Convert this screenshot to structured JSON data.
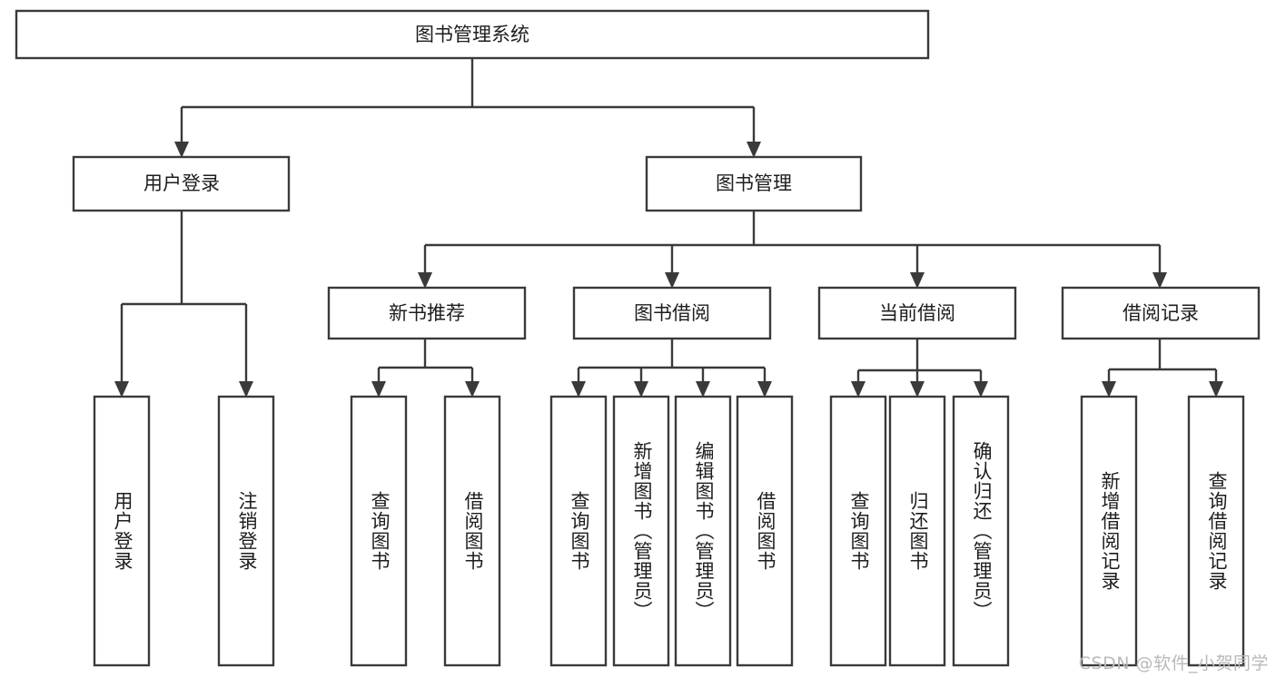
{
  "diagram": {
    "type": "tree-hierarchy",
    "title": "图书管理系统",
    "orientation": "top-down",
    "colors": {
      "stroke": "#3a3a3a",
      "box_fill": "#ffffff",
      "text": "#1d1d1f",
      "background": "#ffffff",
      "watermark": "#b9b9b9"
    },
    "levels": [
      {
        "level": 1,
        "nodes": [
          {
            "id": "root",
            "label": "图书管理系统",
            "text_orientation": "horizontal"
          }
        ]
      },
      {
        "level": 2,
        "nodes": [
          {
            "id": "login",
            "label": "用户登录",
            "text_orientation": "horizontal",
            "parent": "root"
          },
          {
            "id": "book-mgmt",
            "label": "图书管理",
            "text_orientation": "horizontal",
            "parent": "root"
          }
        ]
      },
      {
        "level": 3,
        "nodes": [
          {
            "id": "new-book-rec",
            "label": "新书推荐",
            "text_orientation": "horizontal",
            "parent": "book-mgmt"
          },
          {
            "id": "book-borrow",
            "label": "图书借阅",
            "text_orientation": "horizontal",
            "parent": "book-mgmt"
          },
          {
            "id": "current-borrow",
            "label": "当前借阅",
            "text_orientation": "horizontal",
            "parent": "book-mgmt"
          },
          {
            "id": "borrow-record",
            "label": "借阅记录",
            "text_orientation": "horizontal",
            "parent": "book-mgmt"
          }
        ]
      },
      {
        "level": 4,
        "nodes": [
          {
            "id": "leaf-user-login",
            "label": "用户登录",
            "text_orientation": "vertical",
            "parent": "login"
          },
          {
            "id": "leaf-logout",
            "label": "注销登录",
            "text_orientation": "vertical",
            "parent": "login"
          },
          {
            "id": "leaf-query-book-1",
            "label": "查询图书",
            "text_orientation": "vertical",
            "parent": "new-book-rec"
          },
          {
            "id": "leaf-borrow-book-1",
            "label": "借阅图书",
            "text_orientation": "vertical",
            "parent": "new-book-rec"
          },
          {
            "id": "leaf-query-book-2",
            "label": "查询图书",
            "text_orientation": "vertical",
            "parent": "book-borrow"
          },
          {
            "id": "leaf-add-book",
            "label": "新增图书（管理员）",
            "text_orientation": "vertical",
            "parent": "book-borrow"
          },
          {
            "id": "leaf-edit-book",
            "label": "编辑图书（管理员）",
            "text_orientation": "vertical",
            "parent": "book-borrow"
          },
          {
            "id": "leaf-borrow-book-2",
            "label": "借阅图书",
            "text_orientation": "vertical",
            "parent": "book-borrow"
          },
          {
            "id": "leaf-query-book-3",
            "label": "查询图书",
            "text_orientation": "vertical",
            "parent": "current-borrow"
          },
          {
            "id": "leaf-return-book",
            "label": "归还图书",
            "text_orientation": "vertical",
            "parent": "current-borrow"
          },
          {
            "id": "leaf-confirm-return",
            "label": "确认归还（管理员）",
            "text_orientation": "vertical",
            "parent": "current-borrow"
          },
          {
            "id": "leaf-add-record",
            "label": "新增借阅记录",
            "text_orientation": "vertical",
            "parent": "borrow-record"
          },
          {
            "id": "leaf-query-record",
            "label": "查询借阅记录",
            "text_orientation": "vertical",
            "parent": "borrow-record"
          }
        ]
      }
    ]
  },
  "watermark": {
    "text": "CSDN @软件_小贺同学"
  }
}
